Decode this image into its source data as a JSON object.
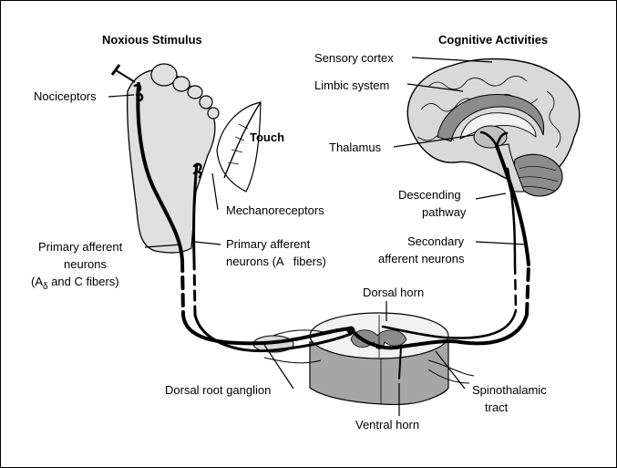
{
  "titles": {
    "left": "Noxious Stimulus",
    "right": "Cognitive Activities",
    "touch": "Touch"
  },
  "labels": {
    "nociceptors": "Nociceptors",
    "mechanoreceptors": "Mechanoreceptors",
    "primary_afferent_left_1": "Primary afferent",
    "primary_afferent_left_2": "neurons",
    "primary_afferent_left_3a": "(A",
    "primary_afferent_left_3b": "δ",
    "primary_afferent_left_3c": " and C fibers)",
    "primary_afferent_mid_1": "Primary afferent",
    "primary_afferent_mid_2": "neurons (A   fibers)",
    "sensory_cortex": "Sensory cortex",
    "limbic_system": "Limbic system",
    "thalamus": "Thalamus",
    "descending_1": "Descending",
    "descending_2": "pathway",
    "secondary_1": "Secondary",
    "secondary_2": "afferent neurons",
    "dorsal_horn": "Dorsal horn",
    "dorsal_root_ganglion": "Dorsal root ganglion",
    "spinothalamic_1": "Spinothalamic",
    "spinothalamic_2": "tract",
    "ventral_horn": "Ventral horn"
  },
  "colors": {
    "brain_gyri": "#d9d9d9",
    "limbic": "#8c8c8c",
    "cord_side": "#a6a6a6",
    "foot": "#e0e0e0"
  }
}
